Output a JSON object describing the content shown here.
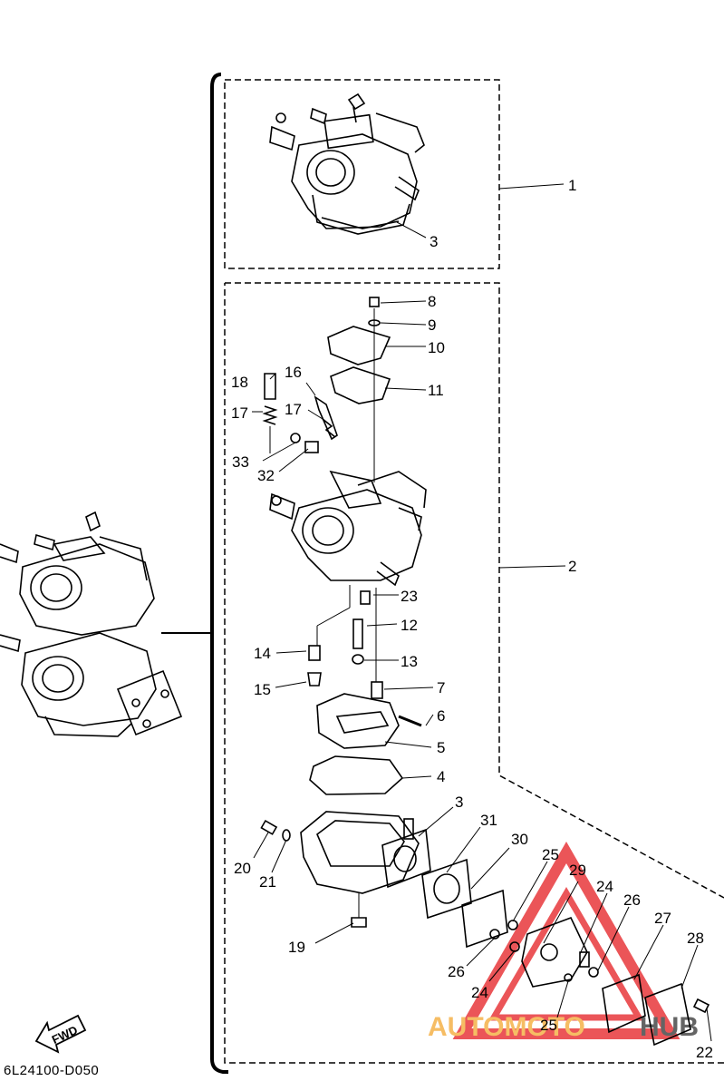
{
  "diagram_code": "6L24100-D050",
  "fwd_label": "FWD",
  "watermark": {
    "text_a": "AUTOMOTO",
    "text_b": "HUB",
    "color_a": "#f5b24a",
    "color_b": "#4a4a4a",
    "triangle_color": "#e8383b"
  },
  "callouts": {
    "c1": "1",
    "c2": "2",
    "c3a": "3",
    "c3b": "3",
    "c4": "4",
    "c5": "5",
    "c6": "6",
    "c7": "7",
    "c8": "8",
    "c9": "9",
    "c10": "10",
    "c11": "11",
    "c12": "12",
    "c13": "13",
    "c14": "14",
    "c15": "15",
    "c16": "16",
    "c17a": "17",
    "c17b": "17",
    "c18": "18",
    "c19": "19",
    "c20": "20",
    "c21": "21",
    "c22": "22",
    "c23": "23",
    "c24a": "24",
    "c24b": "24",
    "c25a": "25",
    "c25b": "25",
    "c26a": "26",
    "c26b": "26",
    "c27": "27",
    "c28": "28",
    "c29": "29",
    "c30": "30",
    "c31": "31",
    "c32": "32",
    "c33": "33"
  }
}
